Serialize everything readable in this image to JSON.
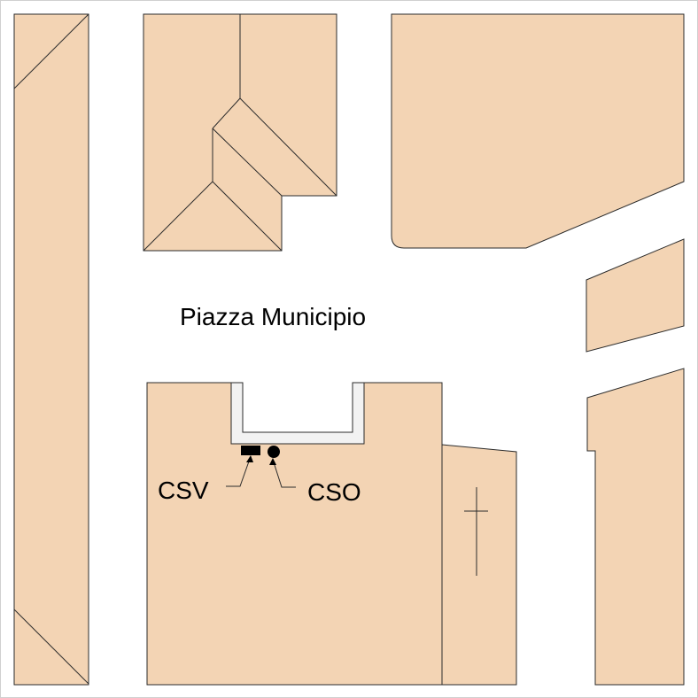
{
  "map": {
    "background_color": "#ffffff",
    "block_color": "#f3d4b4",
    "outline_color": "#2b2b2b",
    "square_name": "Piazza Municipio",
    "markers": [
      {
        "label": "CSV",
        "shape": "square",
        "color": "#000000"
      },
      {
        "label": "CSO",
        "shape": "circle",
        "color": "#000000"
      }
    ],
    "symbols": [
      {
        "name": "cross-icon",
        "meaning": "church"
      }
    ]
  }
}
